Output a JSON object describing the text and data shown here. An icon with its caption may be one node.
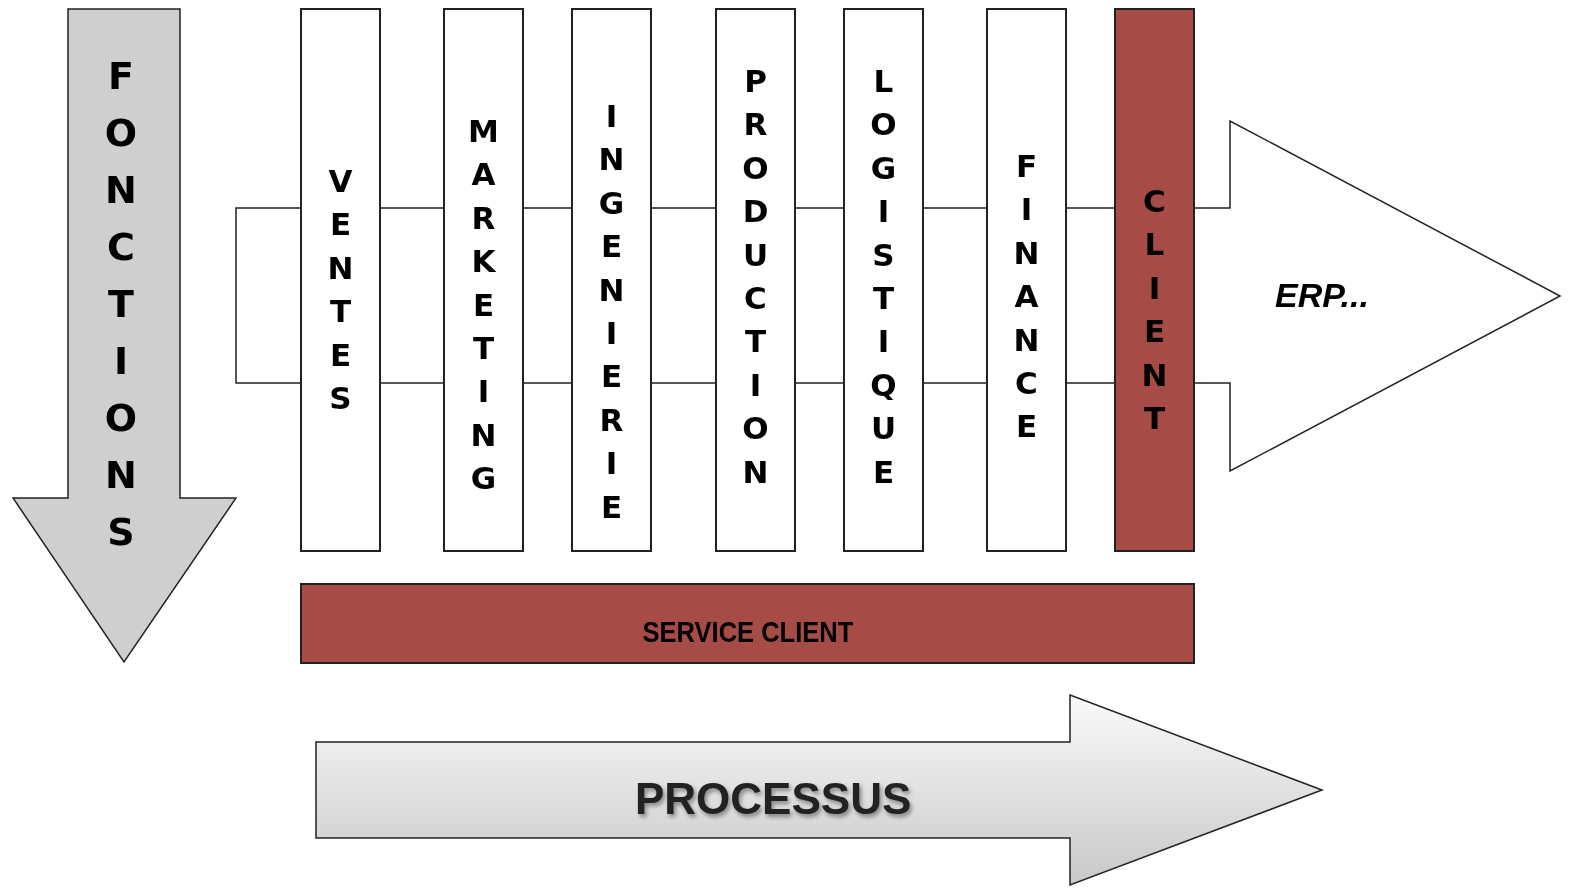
{
  "diagram": {
    "nodes": [
      {
        "text": [
          "FONCTIONS"
        ]
      },
      {
        "text": [
          "VENTES"
        ]
      },
      {
        "text": [
          "MARKETING"
        ]
      },
      {
        "text": [
          "INGENIERIE"
        ]
      },
      {
        "text": [
          "PRODUCTION"
        ]
      },
      {
        "text": [
          "LOGISTIQUE"
        ]
      },
      {
        "text": [
          "FINANCE"
        ]
      },
      {
        "text": [
          "CLIENT"
        ]
      },
      {
        "text": [
          "ERP..."
        ]
      },
      {
        "text": [
          "SERVICE CLIENT"
        ]
      },
      {
        "text": [
          "PROCESSUS"
        ]
      }
    ],
    "edges": []
  }
}
